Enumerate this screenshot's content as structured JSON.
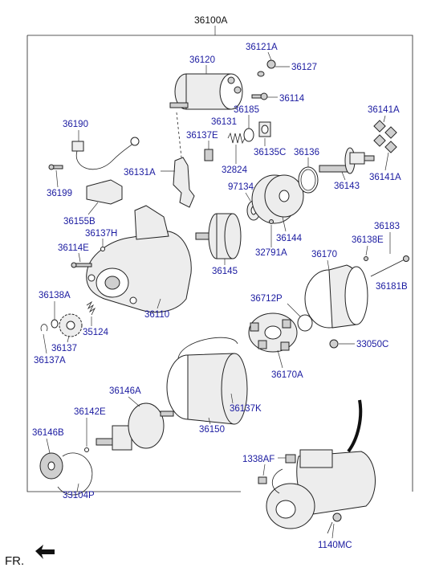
{
  "diagram": {
    "assembly_label": "36100A",
    "direction_label": "FR.",
    "labels": {
      "p36120": "36120",
      "p36121A": "36121A",
      "p36127": "36127",
      "p36114": "36114",
      "p36185": "36185",
      "p36131": "36131",
      "p36137E": "36137E",
      "p36190": "36190",
      "p36141A_top": "36141A",
      "p36141A_bottom": "36141A",
      "p36135C": "36135C",
      "p36136": "36136",
      "p32824": "32824",
      "p36131A": "36131A",
      "p36143": "36143",
      "p36199": "36199",
      "p97134": "97134",
      "p36155B": "36155B",
      "p36137H": "36137H",
      "p36144": "36144",
      "p36183": "36183",
      "p36138E": "36138E",
      "p36114E": "36114E",
      "p32791A": "32791A",
      "p36170": "36170",
      "p36145": "36145",
      "p36181B": "36181B",
      "p36138A": "36138A",
      "p36712P": "36712P",
      "p36110": "36110",
      "p35124": "35124",
      "p33050C": "33050C",
      "p36137": "36137",
      "p36137A": "36137A",
      "p36170A": "36170A",
      "p36146A": "36146A",
      "p36137K": "36137K",
      "p36142E": "36142E",
      "p36150": "36150",
      "p36146B": "36146B",
      "p1338AF": "1338AF",
      "p33104P": "33104P",
      "p1140MC": "1140MC"
    }
  }
}
